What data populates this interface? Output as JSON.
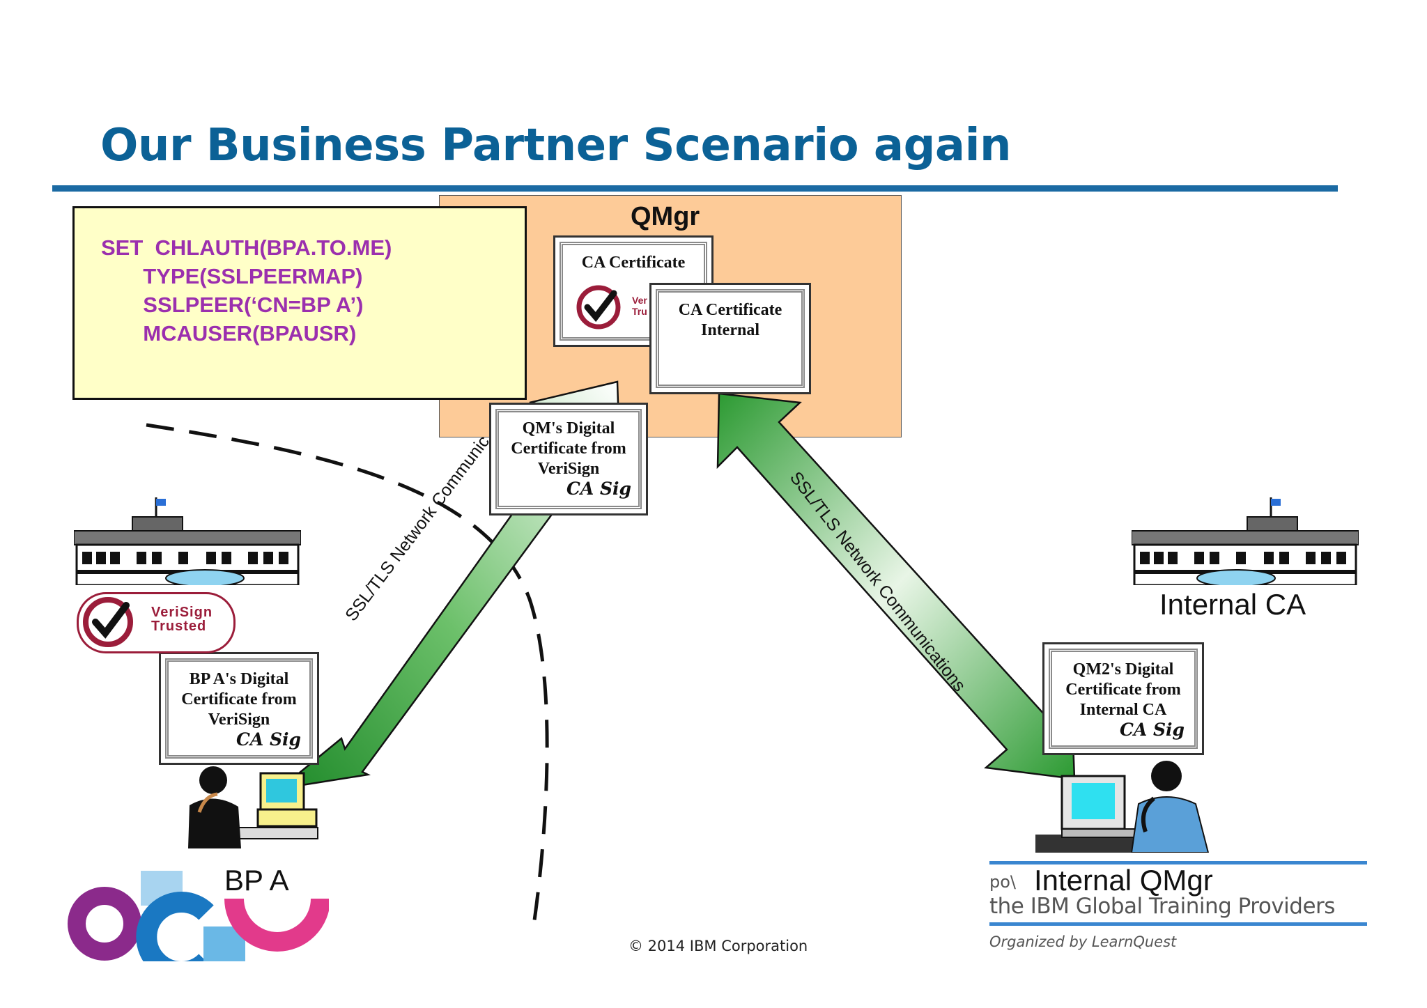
{
  "title": "Our Business Partner Scenario again",
  "qmgr": {
    "label": "QMgr"
  },
  "command": {
    "lines": [
      "SET  CHLAUTH(BPA.TO.ME)",
      "       TYPE(SSLPEERMAP)",
      "       SSLPEER(‘CN=BP A’)",
      "       MCAUSER(BPAUSR)"
    ]
  },
  "certificates": {
    "ca_cert": "CA Certificate",
    "ca_cert_internal": "CA Certificate\nInternal",
    "qm_cert": "QM's Digital\nCertificate from\nVeriSign",
    "bpa_cert": "BP A's Digital\nCertificate from\nVeriSign",
    "qm2_cert": "QM2's Digital\nCertificate from\nInternal CA",
    "signature": "CA Sig"
  },
  "arrows": {
    "left_text": "SSL/TLS Network Communic",
    "right_text": "SSL/TLS Network Communications"
  },
  "verisign": {
    "line1": "VeriSign",
    "line2": "Trusted",
    "partial": "Ver\nTru"
  },
  "labels": {
    "internal_ca": "Internal CA",
    "bp_a": "BP A",
    "internal_qmgr": "Internal QMgr"
  },
  "footer": {
    "copyright": "© 2014 IBM Corporation",
    "powered_partial": "po\\",
    "providers": "the IBM Global Training Providers",
    "organized": "Organized by LearnQuest"
  },
  "colors": {
    "title": "#0b6196",
    "command_text": "#9b2fae",
    "qmgr_fill": "#fdcb98",
    "arrow_green": "#39a83c",
    "footer_rule": "#3a86d0"
  }
}
